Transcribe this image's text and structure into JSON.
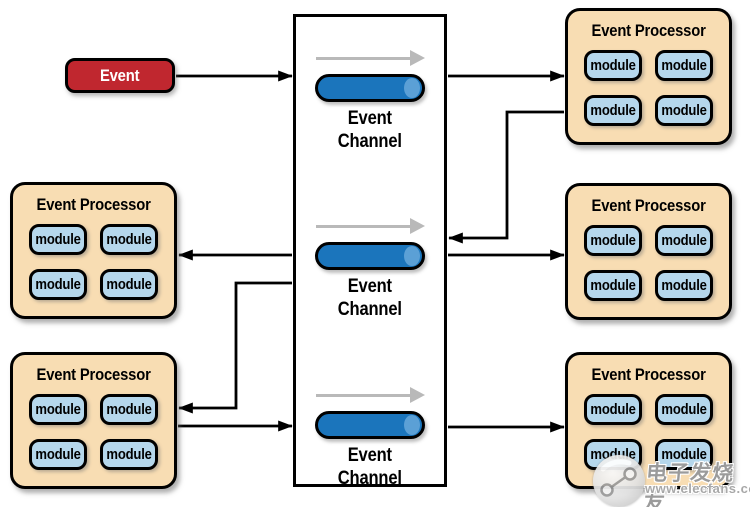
{
  "colors": {
    "event_red": "#c0272f",
    "processor_tan": "#f8ddb3",
    "module_blue": "#b5d7ec",
    "channel_blue": "#1b75bc",
    "channel_blue_light": "#5ba0d6",
    "arrow_gray": "#b9b9b9",
    "line_black": "#000000"
  },
  "event": {
    "label": "Event"
  },
  "channel_box": {
    "channels": [
      {
        "label_line1": "Event",
        "label_line2": "Channel",
        "icon": "channel-cylinder-icon"
      },
      {
        "label_line1": "Event",
        "label_line2": "Channel",
        "icon": "channel-cylinder-icon"
      },
      {
        "label_line1": "Event",
        "label_line2": "Channel",
        "icon": "channel-cylinder-icon"
      }
    ]
  },
  "processors": [
    {
      "position": "top-right",
      "title": "Event Processor",
      "modules": [
        "module",
        "module",
        "module",
        "module"
      ]
    },
    {
      "position": "middle-right",
      "title": "Event Processor",
      "modules": [
        "module",
        "module",
        "module",
        "module"
      ]
    },
    {
      "position": "bottom-right",
      "title": "Event Processor",
      "modules": [
        "module",
        "module",
        "module",
        "module"
      ]
    },
    {
      "position": "middle-left",
      "title": "Event Processor",
      "modules": [
        "module",
        "module",
        "module",
        "module"
      ]
    },
    {
      "position": "bottom-left",
      "title": "Event Processor",
      "modules": [
        "module",
        "module",
        "module",
        "module"
      ]
    }
  ],
  "connections": [
    {
      "from": "event",
      "to": "channel-1"
    },
    {
      "from": "channel-1",
      "to": "processor-top-right"
    },
    {
      "from": "processor-top-right",
      "to": "channel-2"
    },
    {
      "from": "channel-2",
      "to": "processor-middle-left"
    },
    {
      "from": "channel-2",
      "to": "processor-middle-right"
    },
    {
      "from": "channel-2",
      "to": "processor-bottom-left"
    },
    {
      "from": "processor-bottom-left",
      "to": "channel-3"
    },
    {
      "from": "channel-3",
      "to": "processor-bottom-right"
    }
  ],
  "watermark": {
    "icon": "elecfans-logo-icon",
    "site_name": "电子发烧友",
    "site_url": "www.elecfans.com"
  }
}
